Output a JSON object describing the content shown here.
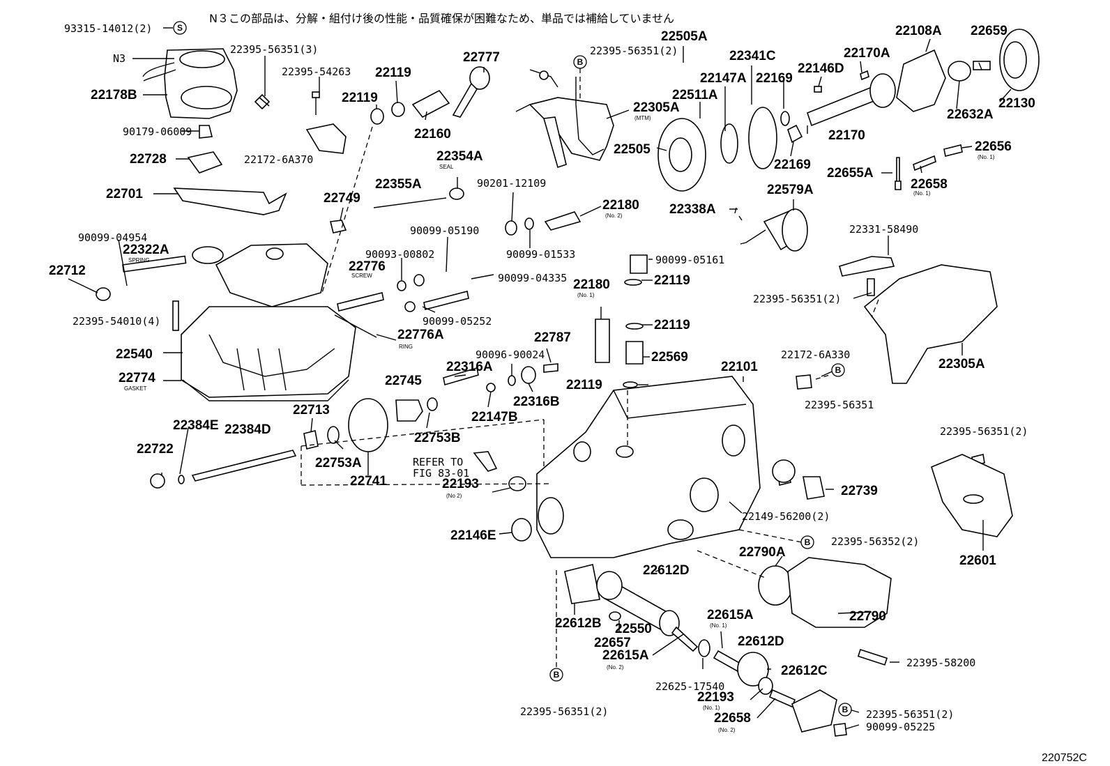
{
  "header_note": "N３この部品は、分解・組付け後の性能・品質確保が困難なため、単品では補給していません",
  "diagram_code": "220752C",
  "markers": {
    "s": "S",
    "b": "B"
  },
  "labels": {
    "l01": "93315-14012(2)",
    "l02": "N3",
    "l03": "22395-56351(3)",
    "l04": "22178B",
    "l05": "22395-54263",
    "l06": "22119",
    "l07": "22119",
    "l08": "22777",
    "l09": "22395-56351(2)",
    "l10": "22505A",
    "l11": "22341C",
    "l12": "22108A",
    "l13": "22659",
    "l14": "90179-06009",
    "l15": "22160",
    "l16": "22147A",
    "l17": "22169",
    "l18": "22146D",
    "l19": "22170A",
    "l20": "22511A",
    "l21": "22305A",
    "l22": "22632A",
    "l23": "22130",
    "l24": "22728",
    "l25": "22172-6A370",
    "l26": "22354A",
    "l27": "22505",
    "l28": "22170",
    "l29": "22169",
    "l30": "22656",
    "l31": "22655A",
    "l32": "22658",
    "l33": "22701",
    "l34": "22355A",
    "l35": "90201-12109",
    "l36": "22749",
    "l37": "22180",
    "l38": "22338A",
    "l39": "22579A",
    "l40": "90099-04954",
    "l41": "22322A",
    "l42": "90099-05190",
    "l43": "90093-00802",
    "l44": "22331-58490",
    "l45": "22712",
    "l46": "22776",
    "l47": "90099-01533",
    "l48": "90099-05161",
    "l49": "90099-04335",
    "l50": "22180",
    "l51": "22119",
    "l52": "22395-56351(2)",
    "l53": "22395-54010(4)",
    "l54": "90099-05252",
    "l55": "22119",
    "l56": "22776A",
    "l57": "22787",
    "l58": "22540",
    "l59": "90096-90024",
    "l60": "22569",
    "l61": "22316A",
    "l62": "22101",
    "l63": "22172-6A330",
    "l64": "22305A",
    "l65": "22774",
    "l66": "22745",
    "l67": "22119",
    "l68": "22316B",
    "l69": "22395-56351",
    "l70": "22713",
    "l71": "22147B",
    "l72": "22384E",
    "l73": "22384D",
    "l74": "22753B",
    "l75": "22395-56351(2)",
    "l76": "22722",
    "l77": "22753A",
    "l78": "REFER TO",
    "l79": "FIG 83-01",
    "l80": "22741",
    "l81": "22193",
    "l82": "22739",
    "l83": "22149-56200(2)",
    "l84": "22146E",
    "l85": "22790A",
    "l86": "22395-56352(2)",
    "l87": "22601",
    "l88": "22612D",
    "l89": "22612B",
    "l90": "22550",
    "l91": "22615A",
    "l92": "22790",
    "l93": "22657",
    "l94": "22615A",
    "l95": "22612D",
    "l96": "22395-58200",
    "l97": "22625-17540",
    "l98": "22612C",
    "l99": "22193",
    "l100": "22395-56351(2)",
    "l101": "22658",
    "l102": "22395-56351(2)",
    "l103": "90099-05225"
  },
  "sublabels": {
    "s01": "SPRING",
    "s02": "SEAL",
    "s03": "SCREW",
    "s04": "RING",
    "s05": "GASKET",
    "s06": "(MTM)",
    "s07": "(No. 1)",
    "s08": "(No. 1)",
    "s09": "(No. 2)",
    "s10": "(No. 1)",
    "s11": "(No 2)",
    "s12": "(No. 1)",
    "s13": "(No. 2)",
    "s14": "(No. 1)",
    "s15": "(No. 2)"
  }
}
